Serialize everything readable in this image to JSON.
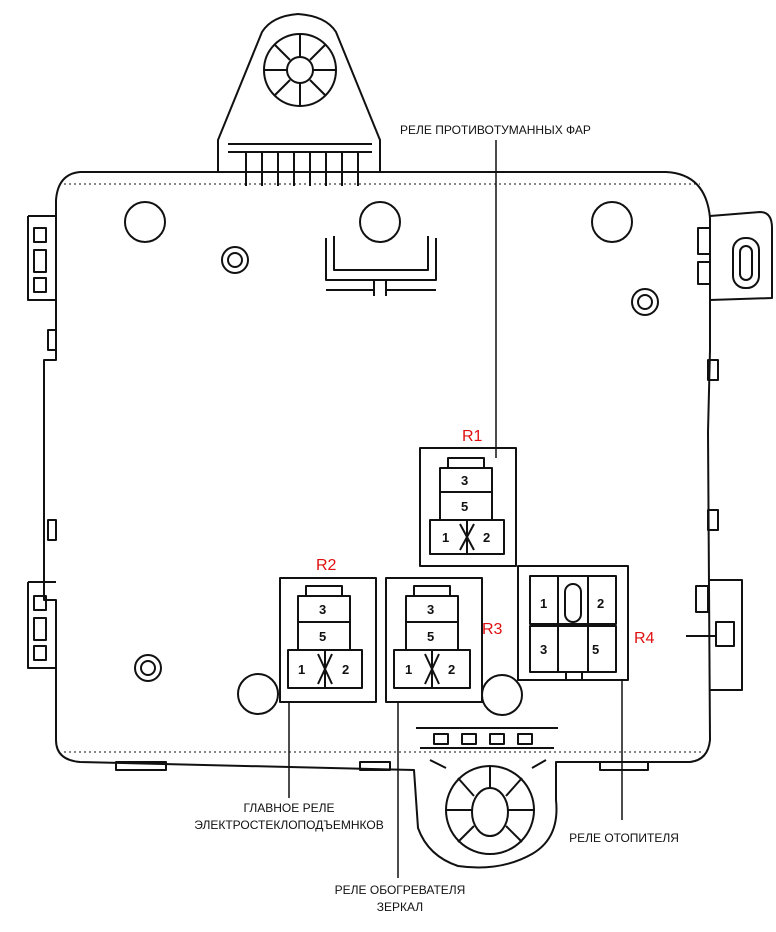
{
  "accent_color": "#e01010",
  "relays": [
    {
      "id": "R1",
      "pins": {
        "p3": "3",
        "p5": "5",
        "p1": "1",
        "p2": "2"
      }
    },
    {
      "id": "R2",
      "pins": {
        "p3": "3",
        "p5": "5",
        "p1": "1",
        "p2": "2"
      }
    },
    {
      "id": "R3",
      "pins": {
        "p3": "3",
        "p5": "5",
        "p1": "1",
        "p2": "2"
      }
    },
    {
      "id": "R4",
      "pins": {
        "p1": "1",
        "p2": "2",
        "p3": "3",
        "p5": "5"
      }
    }
  ],
  "labels": {
    "fog": "РЕЛЕ ПРОТИВОТУМАННЫХ ФАР",
    "window_1": "ГЛАВНОЕ РЕЛЕ",
    "window_2": "ЭЛЕКТРОСТЕКЛОПОДЪЕМНКОВ",
    "mirror_1": "РЕЛЕ ОБОГРЕВАТЕЛЯ",
    "mirror_2": "ЗЕРКАЛ",
    "heater": "РЕЛЕ ОТОПИТЕЛЯ"
  }
}
